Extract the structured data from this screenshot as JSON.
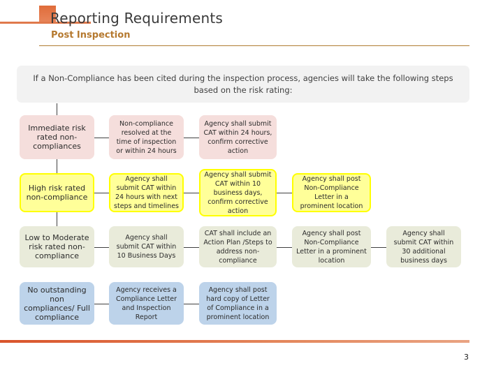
{
  "header": {
    "title": "Reporting Requirements",
    "subtitle": "Post Inspection",
    "accent_color": "#e0794c",
    "rule_color": "#b07c32",
    "subtitle_color": "#b5792f"
  },
  "banner": {
    "text": "If a Non-Compliance has been cited during the inspection process, agencies will take the following steps based on the risk rating:",
    "background": "#f2f2f2"
  },
  "flow": {
    "rows": [
      {
        "risk": "Immediate risk rated non-compliances",
        "fill": "#f5dedc",
        "border": "#f5dedc",
        "steps": [
          "Non-compliance resolved at the time of inspection or within 24 hours",
          "Agency shall submit CAT within 24 hours, confirm corrective action"
        ]
      },
      {
        "risk": "High risk rated non-compliance",
        "fill": "#ffff99",
        "border": "#ffff00",
        "steps": [
          "Agency shall submit CAT within 24 hours with next steps and timelines",
          "Agency shall submit CAT within  10 business days, confirm corrective action",
          "Agency shall post Non-Compliance Letter in a prominent location"
        ]
      },
      {
        "risk": "Low to Moderate risk rated non-compliance",
        "fill": "#e9ebda",
        "border": "#e9ebda",
        "steps": [
          "Agency shall submit CAT within 10 Business Days",
          "CAT shall include an Action Plan /Steps to address non-compliance",
          "Agency shall post Non-Compliance Letter in a prominent location",
          "Agency shall submit CAT within 30 additional business days"
        ]
      },
      {
        "risk": "No outstanding non compliances/ Full compliance",
        "fill": "#bdd3ea",
        "border": "#bdd3ea",
        "steps": [
          "Agency receives a Compliance Letter and Inspection Report",
          "Agency shall post hard copy of Letter of Compliance in a prominent location"
        ]
      }
    ]
  },
  "footer": {
    "page_number": "3",
    "bar_color_start": "#d9542b",
    "bar_color_end": "#e9a382"
  }
}
